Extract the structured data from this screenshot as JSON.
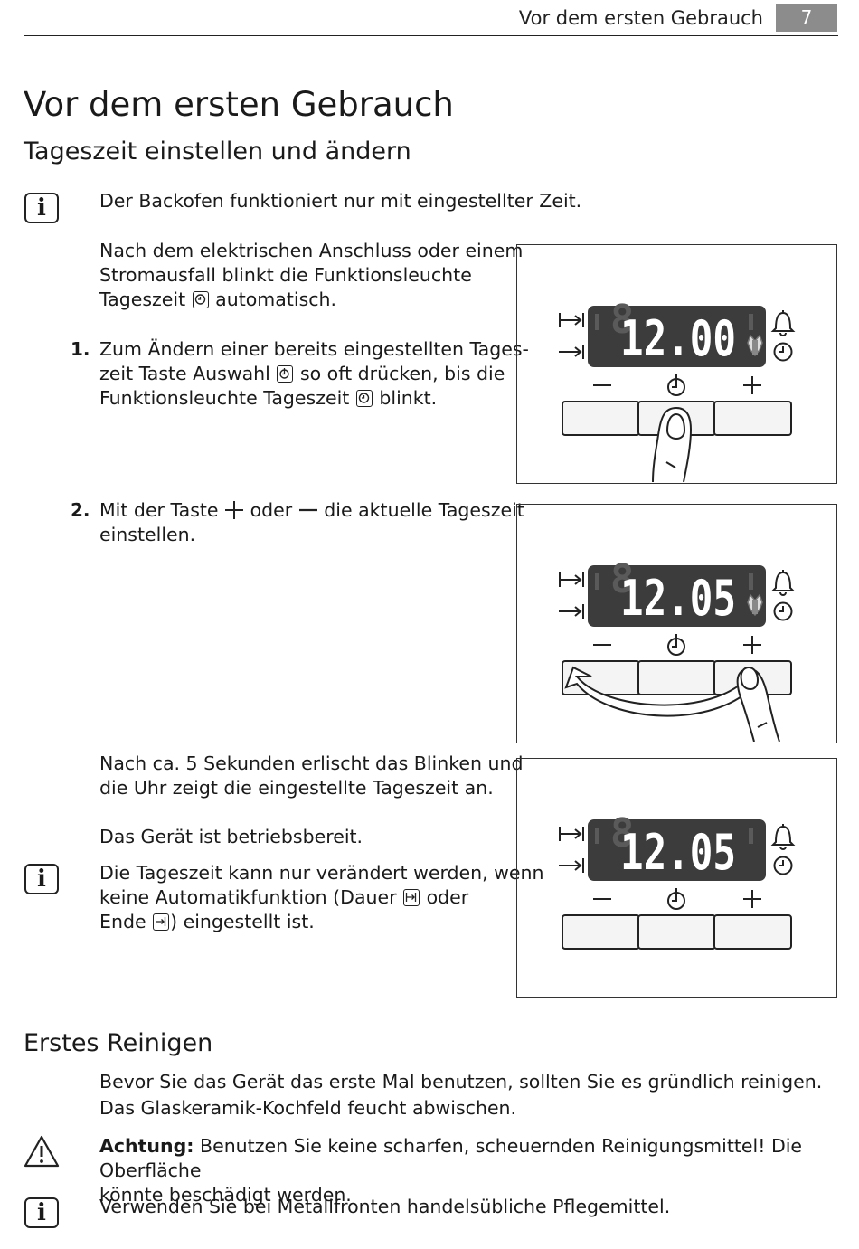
{
  "header": {
    "title": "Vor dem ersten Gebrauch",
    "page_number": "7"
  },
  "section1": {
    "title": "Vor dem ersten Gebrauch",
    "subtitle": "Tageszeit einstellen und ändern",
    "info1": "Der Backofen funktioniert nur mit eingestellter Zeit.",
    "para1_a": "Nach dem elektrischen Anschluss oder einem",
    "para1_b": "Stromausfall blinkt die Funktionsleuchte",
    "para1_c": "Tageszeit",
    "para1_d": "automatisch.",
    "step1_num": "1.",
    "step1_a": "Zum Ändern einer bereits eingestellten Tages-",
    "step1_b1": "zeit Taste Auswahl",
    "step1_b2": "so oft drücken, bis die",
    "step1_c1": "Funktionsleuchte Tageszeit",
    "step1_c2": "blinkt.",
    "step2_num": "2.",
    "step2_a1": "Mit der Taste",
    "step2_a2": "oder",
    "step2_a3": "die aktuelle Tageszeit",
    "step2_b": "einstellen.",
    "para2_a": "Nach ca. 5 Sekunden erlischt das Blinken und",
    "para2_b": "die Uhr zeigt die eingestellte Tageszeit an.",
    "para3": "Das Gerät ist betriebsbereit.",
    "info2_a": "Die Tageszeit kann nur verändert werden, wenn",
    "info2_b1": "keine Automatikfunktion (Dauer",
    "info2_b2": "oder",
    "info2_c1": "Ende",
    "info2_c2": ") eingestellt ist."
  },
  "displays": [
    {
      "time": "12.00"
    },
    {
      "time": "12.05"
    },
    {
      "time": "12.05"
    }
  ],
  "section2": {
    "title": "Erstes Reinigen",
    "para1": "Bevor Sie das Gerät das erste Mal benutzen, sollten Sie es gründlich reinigen.",
    "para2": "Das Glaskeramik-Kochfeld feucht abwischen.",
    "warn_label": "Achtung:",
    "warn_a": "Benutzen Sie keine scharfen, scheuernden Reinigungsmittel! Die Oberfläche",
    "warn_b": "könnte beschädigt werden.",
    "info": "Verwenden Sie bei Metallfronten handelsübliche Pflegemittel."
  },
  "icons": {
    "info": "i"
  }
}
